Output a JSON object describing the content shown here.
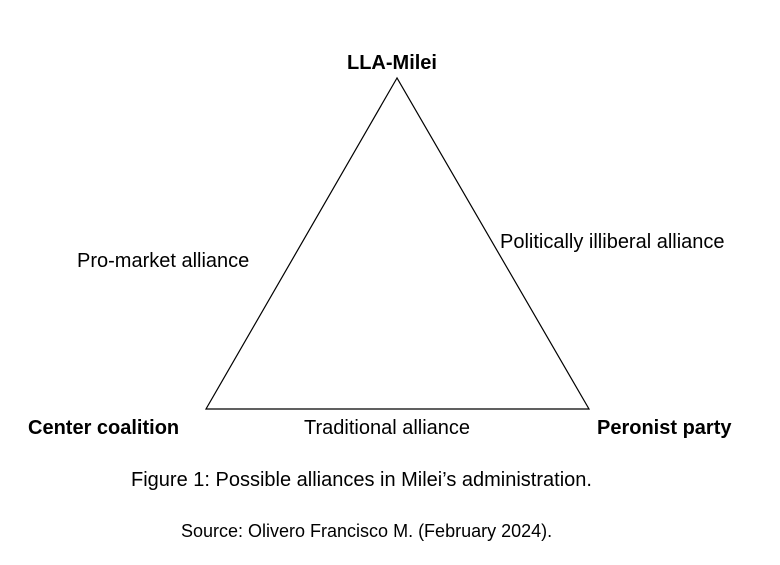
{
  "nodes": {
    "top": "LLA-Milei",
    "left": "Center coalition",
    "right": "Peronist party"
  },
  "edges": {
    "left": "Pro-market alliance",
    "right": "Politically illiberal alliance",
    "bottom": "Traditional alliance"
  },
  "caption": "Figure 1: Possible alliances in Milei’s administration.",
  "source": "Source: Olivero Francisco M. (February 2024)."
}
